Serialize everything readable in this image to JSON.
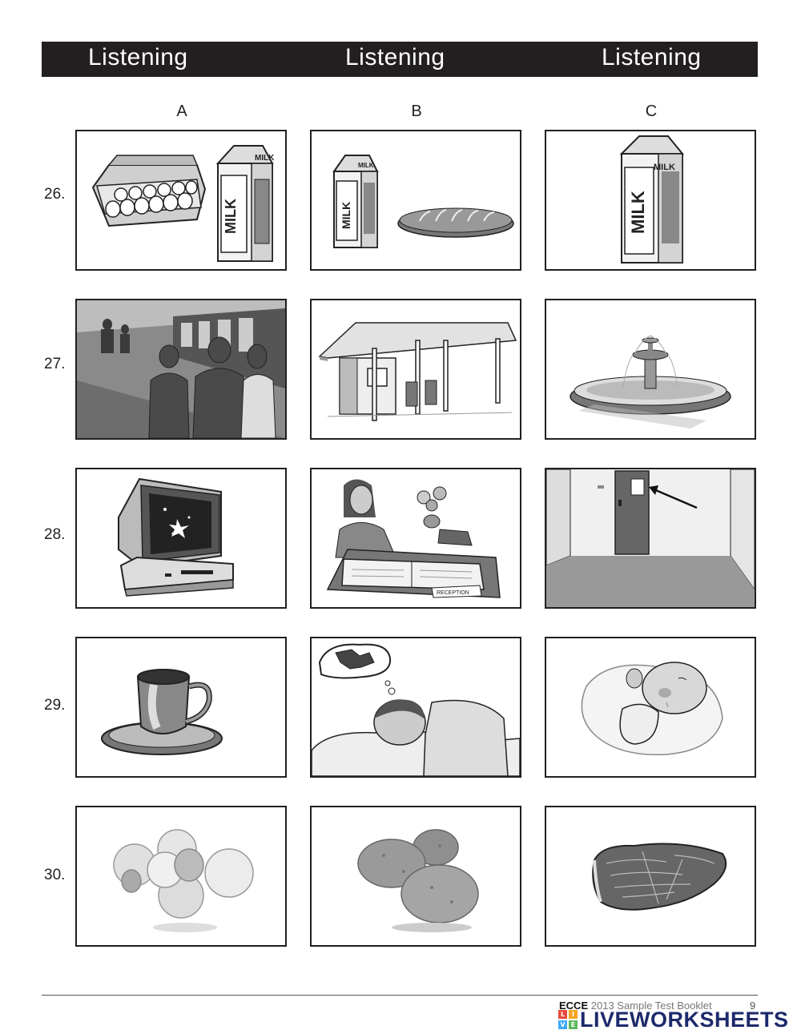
{
  "header": {
    "labels": [
      "Listening",
      "Listening",
      "Listening"
    ]
  },
  "columns": [
    "A",
    "B",
    "C"
  ],
  "questions": [
    {
      "number": "26.",
      "options": [
        "eggs-and-milk",
        "milk-and-bread",
        "milk"
      ]
    },
    {
      "number": "27.",
      "options": [
        "train-station",
        "gas-station",
        "fountain"
      ]
    },
    {
      "number": "28.",
      "options": [
        "computer",
        "receptionist",
        "door-with-sign"
      ]
    },
    {
      "number": "29.",
      "options": [
        "coffee-cup",
        "boy-dreaming",
        "baby"
      ]
    },
    {
      "number": "30.",
      "options": [
        "mushrooms",
        "potatoes",
        "steak"
      ]
    }
  ],
  "milk_label": "MILK",
  "reception_label": "RECEPTION",
  "footer": {
    "brand": "ECCE",
    "booklet": "2013 Sample Test Booklet",
    "page": "9"
  },
  "logo": {
    "text": "LIVEWORKSHEETS",
    "letters": [
      "L",
      "I",
      "V",
      "E"
    ],
    "colors": [
      "#e64a3c",
      "#f5a623",
      "#3fa9f5",
      "#5cb85c"
    ]
  }
}
